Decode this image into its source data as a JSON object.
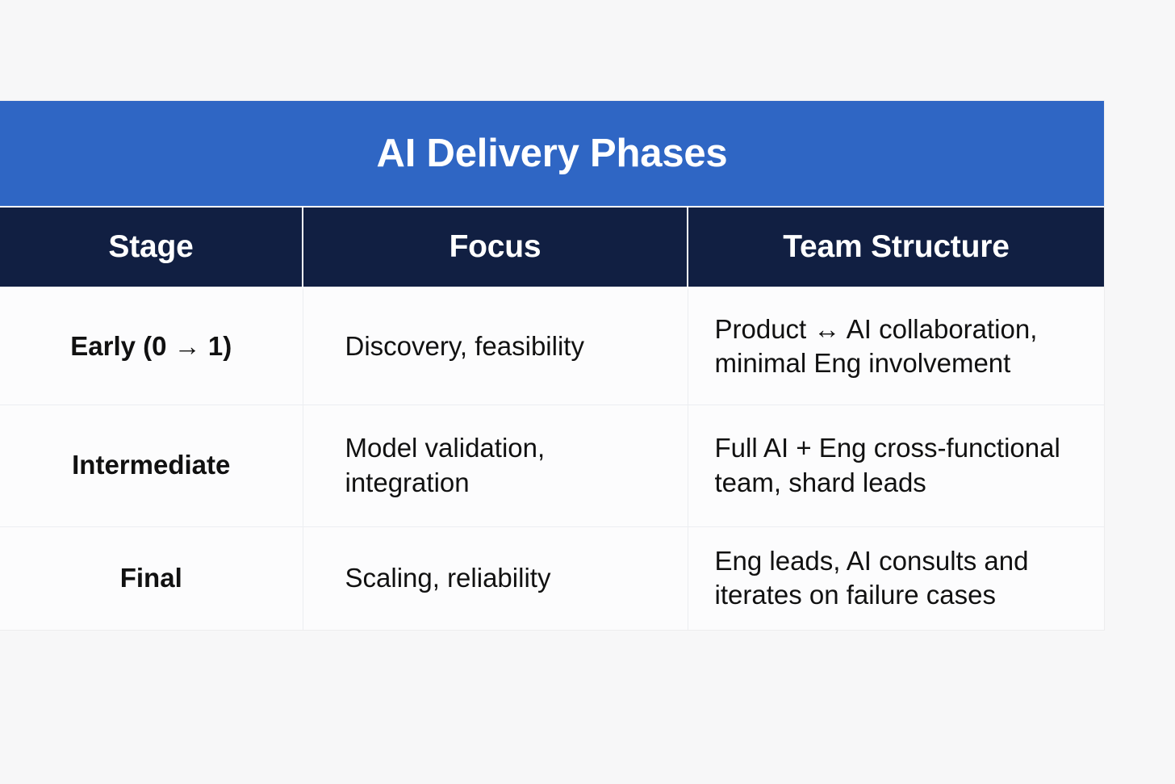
{
  "background_color": "#f7f7f8",
  "table": {
    "title": "AI Delivery Phases",
    "title_bar_color": "#2f66c4",
    "header_row_color": "#111f42",
    "columns": [
      {
        "key": "stage",
        "label": "Stage"
      },
      {
        "key": "focus",
        "label": "Focus"
      },
      {
        "key": "team",
        "label": "Team Structure"
      }
    ],
    "rows": [
      {
        "stage": "Early (0 → 1)",
        "focus": "Discovery, feasibility",
        "team": "Product ↔ AI collaboration, minimal Eng involvement"
      },
      {
        "stage": "Intermediate",
        "focus": "Model validation, integration",
        "team": "Full AI + Eng cross-functional team, shard leads"
      },
      {
        "stage": "Final",
        "focus": "Scaling, reliability",
        "team": "Eng leads, AI consults and iterates on failure cases"
      }
    ]
  }
}
